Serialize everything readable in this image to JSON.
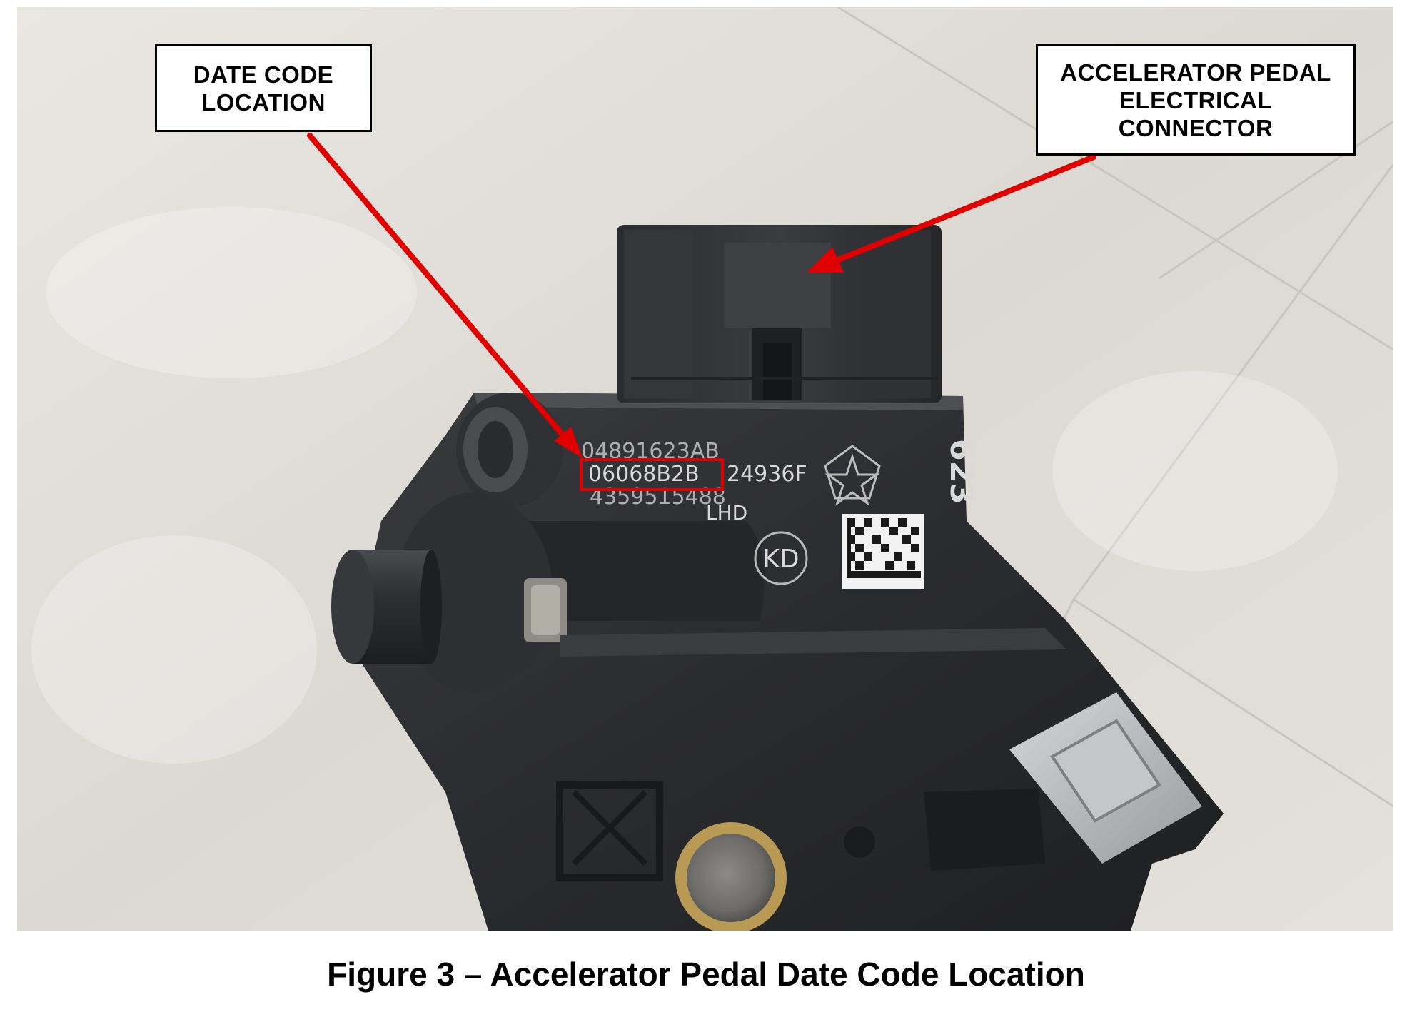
{
  "callouts": {
    "date_code": [
      "DATE CODE",
      "LOCATION"
    ],
    "connector": [
      "ACCELERATOR PEDAL",
      "ELECTRICAL",
      "CONNECTOR"
    ]
  },
  "part_markings": {
    "part_number": "04891623AB",
    "date_code": "06068B2B",
    "suffix": "24936F",
    "serial": "4359515488",
    "hand": "LHD",
    "mold_number": "623",
    "circle_mark": "KD"
  },
  "caption": "Figure 3 – Accelerator Pedal Date Code Location",
  "colors": {
    "arrow": "#e00000",
    "highlight_box": "#e00000",
    "pedal_body": "#2a2b2d",
    "background_tile": "#e2dfd9"
  }
}
